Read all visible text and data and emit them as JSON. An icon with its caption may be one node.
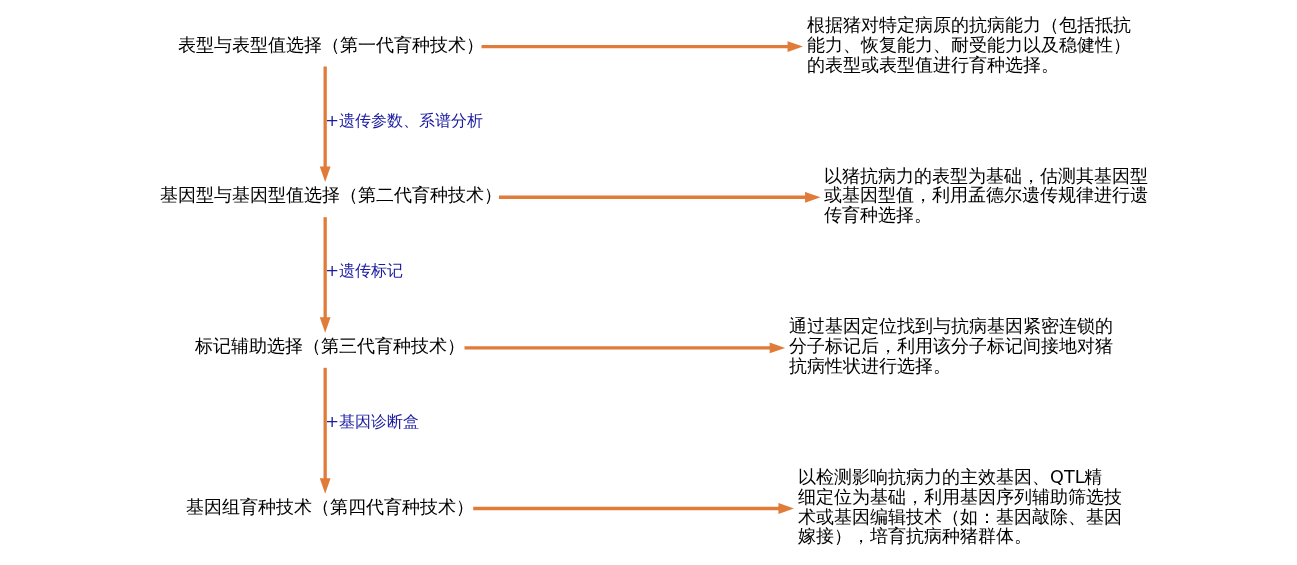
{
  "diagram": {
    "nodes": [
      {
        "text": [
          "表型与表型值选择（第一代育种技术）"
        ]
      },
      {
        "text": [
          "根据猪对特定病原的抗病能力（包括抵抗能力、恢复能力、耐受能力以及稳健性）的表型或表型值进行育种选择。"
        ]
      },
      {
        "text": [
          "基因型与基因型值选择（第二代育种技术）"
        ]
      },
      {
        "text": [
          "以猪抗病力的表型为基础，估测其基因型或基因型值，利用孟德尔遗传规律进行遗传育种选择。"
        ]
      },
      {
        "text": [
          "标记辅助选择（第三代育种技术）"
        ]
      },
      {
        "text": [
          "通过基因定位找到与抗病基因紧密连锁的分子标记后，利用该分子标记间接地对猪抗病性状进行选择。"
        ]
      },
      {
        "text": [
          "基因组育种技术（第四代育种技术）"
        ]
      },
      {
        "text": [
          "以检测影响抗病力的主效基因、QTL精细定位为基础，利用基因序列辅助筛选技术或基因编辑技术（如：基因敲除、基因嫁接），培育抗病种猪群体。"
        ]
      }
    ],
    "edges": [
      {
        "from": 0,
        "to": 1,
        "arrow": "to"
      },
      {
        "from": 0,
        "to": 2,
        "arrow": "to",
        "label": "+遗传参数、系谱分析"
      },
      {
        "from": 2,
        "to": 3,
        "arrow": "to"
      },
      {
        "from": 2,
        "to": 4,
        "arrow": "to",
        "label": "+遗传标记"
      },
      {
        "from": 4,
        "to": 5,
        "arrow": "to"
      },
      {
        "from": 4,
        "to": 6,
        "arrow": "to",
        "label": "+基因诊断盒"
      },
      {
        "from": 6,
        "to": 7,
        "arrow": "to"
      }
    ]
  }
}
